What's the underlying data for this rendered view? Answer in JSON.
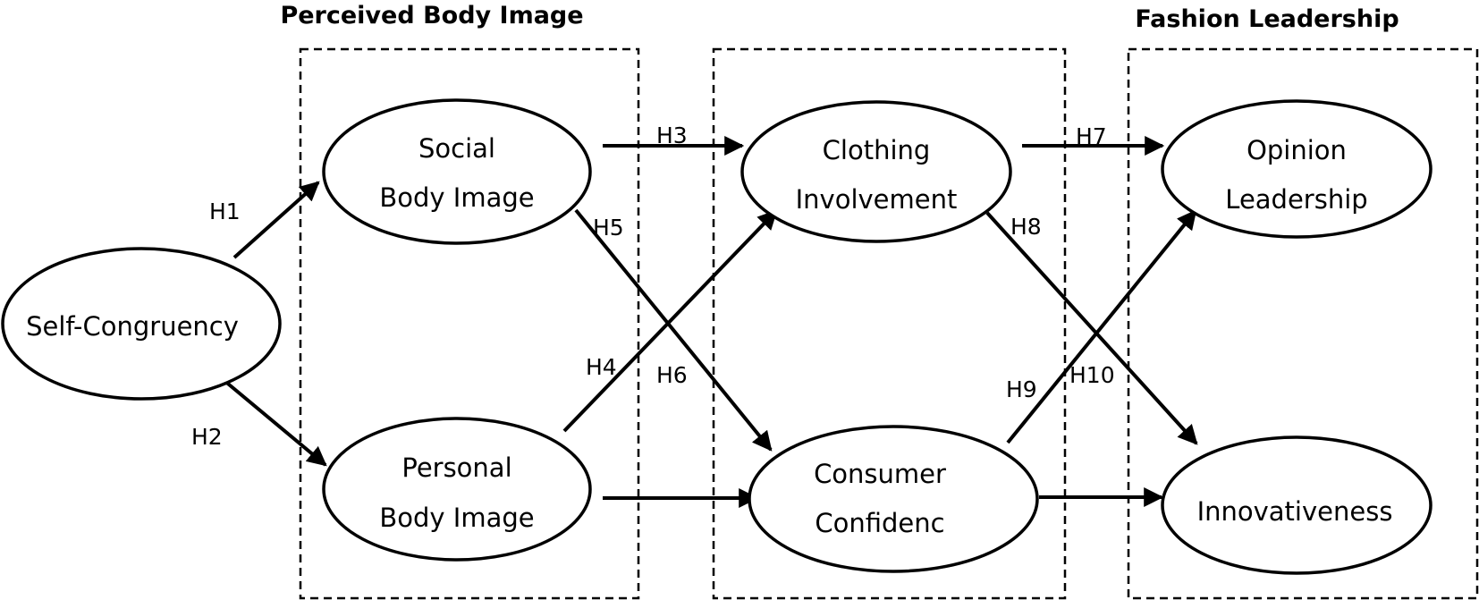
{
  "group_titles": {
    "perceived_body_image": "Perceived Body Image",
    "fashion_leadership": "Fashion Leadership"
  },
  "nodes": {
    "self_congruency": {
      "lines": [
        "Self-Congruency"
      ]
    },
    "social_body_image": {
      "lines": [
        "Social",
        "Body Image"
      ]
    },
    "personal_body_image": {
      "lines": [
        "Personal",
        "Body Image"
      ]
    },
    "clothing_involvement": {
      "lines": [
        "Clothing",
        "Involvement"
      ]
    },
    "consumer_confidence": {
      "lines": [
        "Consumer",
        "Confidenc"
      ]
    },
    "opinion_leadership": {
      "lines": [
        "Opinion",
        "Leadership"
      ]
    },
    "innovativeness": {
      "lines": [
        "Innovativeness"
      ]
    }
  },
  "edges": [
    {
      "from": "self_congruency",
      "to": "social_body_image",
      "label": "H1"
    },
    {
      "from": "self_congruency",
      "to": "personal_body_image",
      "label": "H2"
    },
    {
      "from": "social_body_image",
      "to": "clothing_involvement",
      "label": "H3"
    },
    {
      "from": "personal_body_image",
      "to": "clothing_involvement",
      "label": "H4"
    },
    {
      "from": "social_body_image",
      "to": "consumer_confidence",
      "label": "H5"
    },
    {
      "from": "personal_body_image",
      "to": "consumer_confidence",
      "label": "H6"
    },
    {
      "from": "clothing_involvement",
      "to": "opinion_leadership",
      "label": "H7"
    },
    {
      "from": "clothing_involvement",
      "to": "innovativeness",
      "label": "H8"
    },
    {
      "from": "consumer_confidence",
      "to": "opinion_leadership",
      "label": "H9"
    },
    {
      "from": "consumer_confidence",
      "to": "innovativeness",
      "label": "H10"
    }
  ]
}
